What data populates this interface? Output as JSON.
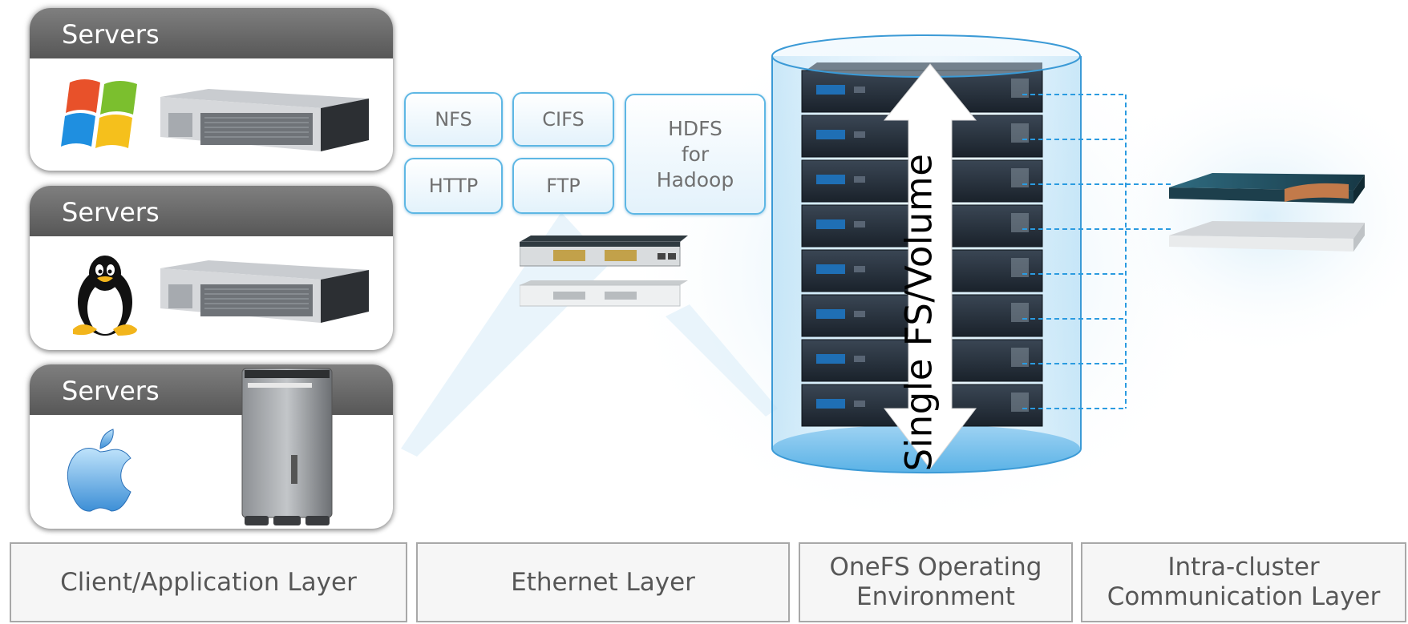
{
  "servers": [
    {
      "title": "Servers",
      "os_icon": "windows-logo-icon",
      "hardware_icon": "rack-server-icon"
    },
    {
      "title": "Servers",
      "os_icon": "linux-tux-icon",
      "hardware_icon": "rack-server-icon"
    },
    {
      "title": "Servers",
      "os_icon": "apple-logo-icon",
      "hardware_icon": "tower-server-icon"
    }
  ],
  "protocols": {
    "nfs": "NFS",
    "cifs": "CIFS",
    "http": "HTTP",
    "ftp": "FTP",
    "hdfs": [
      "HDFS",
      "for",
      "Hadoop"
    ]
  },
  "cluster": {
    "label": "Single FS/Volume",
    "node_count": 8
  },
  "layers": [
    [
      "Client/Application Layer"
    ],
    [
      "Ethernet Layer"
    ],
    [
      "OneFS Operating",
      "Environment"
    ],
    [
      "Intra-cluster",
      "Communication Layer"
    ]
  ],
  "colors": {
    "accent_blue": "#5eb7e4",
    "cylinder_blue": "#8fcdf0",
    "dashed_line": "#2b9be0",
    "card_header": "#6b6b6b"
  }
}
